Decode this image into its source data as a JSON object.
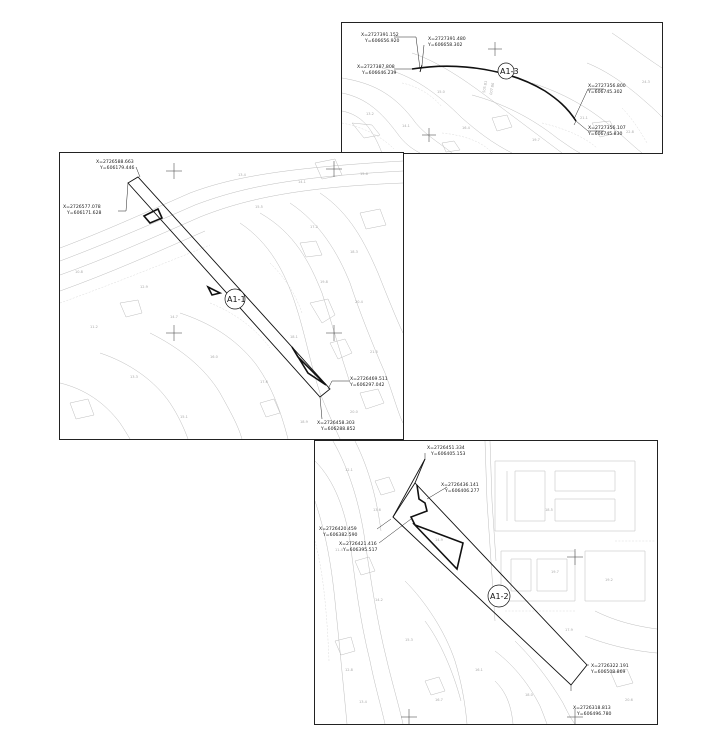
{
  "panel_a1_3": {
    "label": "A1-3",
    "coords": {
      "p1_x": "X=2727391.152",
      "p1_y": "Y=606656.920",
      "p2_x": "X=2727391.480",
      "p2_y": "Y=606658.302",
      "p3_x": "X=2727387.808",
      "p3_y": "Y=606646.239",
      "p4_x": "X=2727356.800",
      "p4_y": "Y=606745.302",
      "p5_x": "X=2727356.107",
      "p5_y": "Y=606745.830"
    }
  },
  "panel_a1_1": {
    "label": "A1-1",
    "coords": {
      "p1_x": "X=2726588.663",
      "p1_y": "Y=606179.446",
      "p2_x": "X=2726577.078",
      "p2_y": "Y=606171.628",
      "p3_x": "X=2726469.511",
      "p3_y": "Y=606297.042",
      "p4_x": "X=2726458.303",
      "p4_y": "Y=606288.852"
    }
  },
  "panel_a1_2": {
    "label": "A1-2",
    "coords": {
      "p1_x": "X=2726451.334",
      "p1_y": "Y=606405.153",
      "p2_x": "X=2726436.141",
      "p2_y": "Y=606406.277",
      "p3_x": "X=2726420.459",
      "p3_y": "Y=606382.590",
      "p4_x": "X=2726421.416",
      "p4_y": "Y=606395.517",
      "p5_x": "X=2726322.191",
      "p5_y": "Y=606508.869",
      "p6_x": "X=2726318.813",
      "p6_y": "Y=606496.780"
    }
  }
}
